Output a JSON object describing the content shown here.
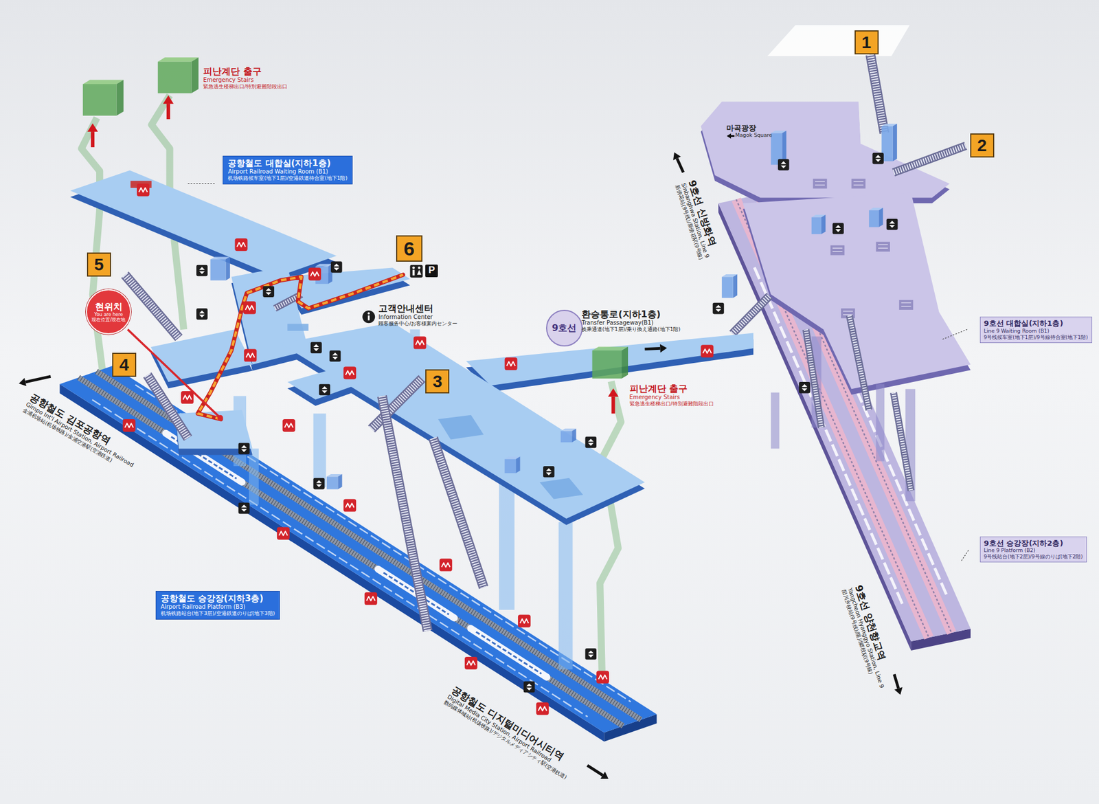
{
  "diagram": {
    "nodes": [
      {
        "text": [
          "1"
        ]
      },
      {
        "text": [
          "2"
        ]
      },
      {
        "text": [
          "공항철도 대합실(지하1층)",
          "Airport Railroad Waiting Room (B1)",
          "机场铁路候车室(地下1层)/空港鉄道待合室(地下1階)"
        ]
      },
      {
        "text": [
          "6"
        ]
      },
      {
        "text": [
          "P"
        ]
      },
      {
        "text": [
          "5"
        ]
      },
      {
        "text": [
          "현위치",
          "You are here",
          "现在位置/現在地"
        ]
      },
      {
        "text": [
          "9호선 대합실(지하1층)",
          "Line 9 Waiting Room (B1)",
          "9号线候车室(地下1层)/9号線待合室(地下1階)"
        ]
      },
      {
        "text": [
          "9호선"
        ]
      },
      {
        "text": [
          "4"
        ]
      },
      {
        "text": [
          "3"
        ]
      },
      {
        "text": [
          "9호선 승강장(지하2층)",
          "Line 9 Platform (B2)",
          "9号线站台(地下2层)/9号線のりば(地下2階)"
        ]
      },
      {
        "text": [
          "공항철도 승강장(지하3층)",
          "Airport Railroad Platform (B3)",
          "机场铁路站台(地下3层)/空港鉄道のりば(地下3階)"
        ]
      }
    ],
    "labels": [
      "피난계단 출구",
      "Emergency Stairs",
      "緊急逃生楼梯出口/特別避難階段出口",
      "마곡광장",
      "Magok Square",
      "9호선 신방화역",
      "Sinbanghwa Station, Line 9",
      "新傍花站(9号线)/新傍花駅(9号線)",
      "고객안내센터",
      "Information Center",
      "顾客服务中心/お客様案内センター",
      "환승통로(지하1층)",
      "Transfer Passageway(B1)",
      "换乘通道(地下1层)/乗り換え通路(地下1階)",
      "피난계단 출구",
      "Emergency Stairs",
      "緊急逃生楼梯出口/特別避難階段出口",
      "공항철도 김포공항역",
      "Gimpo Int'l Airport Station, Airport Railroad",
      "金浦机场站(机场铁路)/金浦空港駅(空港鉄道)",
      "9호선 양천향교역",
      "Yangcheon Hyanggyo Station, Line 9",
      "阳川乡校站(9号线)/陽川郷校駅(9号線)",
      "공항철도 디지털미디어시티역",
      "Digital Media City Station, Airport Railroad",
      "数码媒体城站(机场铁路)/デジタルメディアシティ駅(空港鉄道)"
    ]
  }
}
